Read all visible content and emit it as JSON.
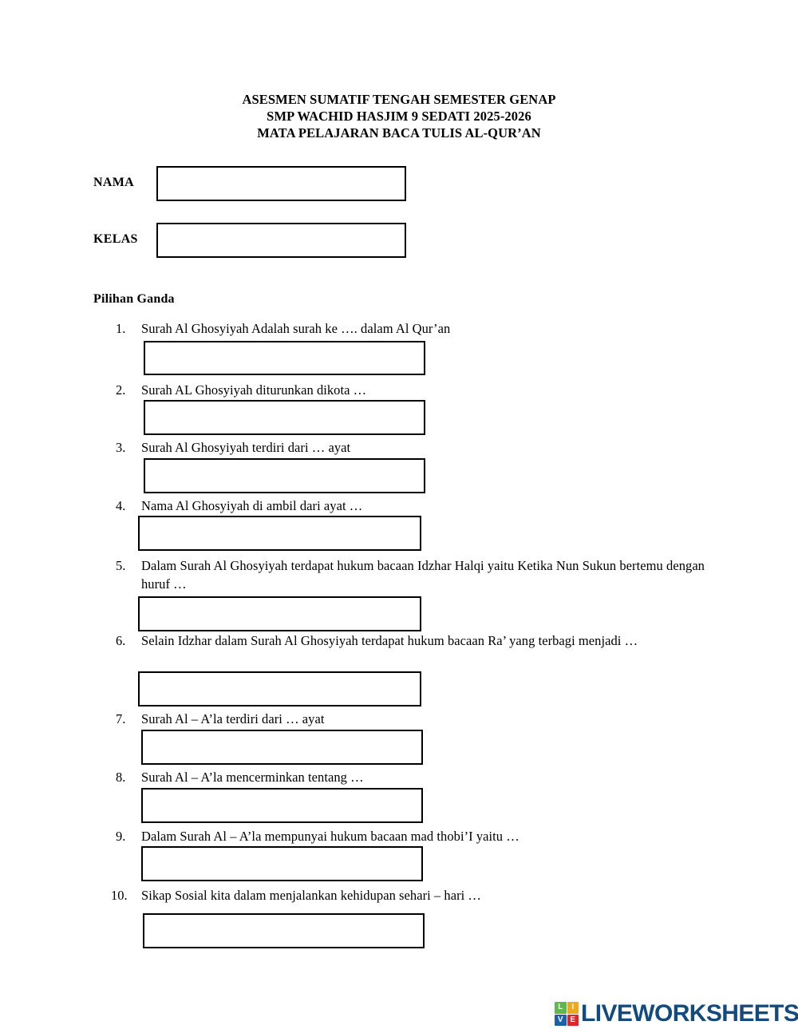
{
  "document": {
    "header_lines": [
      "ASESMEN SUMATIF TENGAH SEMESTER GENAP",
      "SMP WACHID HASJIM 9 SEDATI 2025-2026",
      "MATA PELAJARAN BACA TULIS AL-QUR’AN"
    ],
    "identity": [
      {
        "label": "NAMA",
        "value": "",
        "placeholder": ""
      },
      {
        "label": "KELAS",
        "value": "",
        "placeholder": ""
      }
    ],
    "section_heading": "Pilihan Ganda",
    "questions": [
      {
        "number": "1.",
        "text": "Surah Al Ghosyiyah Adalah surah ke …. dalam Al Qur’an",
        "answer": "",
        "placeholder": ""
      },
      {
        "number": "2.",
        "text": "Surah AL Ghosyiyah diturunkan dikota …",
        "answer": "",
        "placeholder": ""
      },
      {
        "number": "3.",
        "text": "Surah Al Ghosyiyah terdiri dari … ayat",
        "answer": "",
        "placeholder": ""
      },
      {
        "number": "4.",
        "text": "Nama Al Ghosyiyah di ambil dari ayat …",
        "answer": "",
        "placeholder": ""
      },
      {
        "number": "5.",
        "text": "Dalam Surah Al Ghosyiyah terdapat hukum bacaan Idzhar Halqi yaitu Ketika Nun Sukun bertemu dengan huruf …",
        "answer": "",
        "placeholder": ""
      },
      {
        "number": "6.",
        "text": "Selain Idzhar dalam Surah Al Ghosyiyah terdapat hukum bacaan Ra’ yang terbagi menjadi …",
        "answer": "",
        "placeholder": ""
      },
      {
        "number": "7.",
        "text": "Surah Al – A’la terdiri dari … ayat",
        "answer": "",
        "placeholder": ""
      },
      {
        "number": "8.",
        "text": "Surah Al – A’la mencerminkan tentang …",
        "answer": "",
        "placeholder": ""
      },
      {
        "number": "9.",
        "text": "Dalam Surah Al – A’la mempunyai hukum bacaan mad thobi’I yaitu …",
        "answer": "",
        "placeholder": ""
      },
      {
        "number": "10.",
        "text": "Sikap Sosial kita dalam menjalankan kehidupan sehari – hari …",
        "answer": "",
        "placeholder": ""
      }
    ]
  },
  "footer": {
    "logo_tiles": [
      {
        "letter": "L",
        "color": "#5fb84b"
      },
      {
        "letter": "I",
        "color": "#f0a81e"
      },
      {
        "letter": "V",
        "color": "#1f5fa9"
      },
      {
        "letter": "E",
        "color": "#e0242b"
      }
    ],
    "logo_word": "LIVEWORKSHEETS",
    "logo_word_color": "#134a80"
  }
}
